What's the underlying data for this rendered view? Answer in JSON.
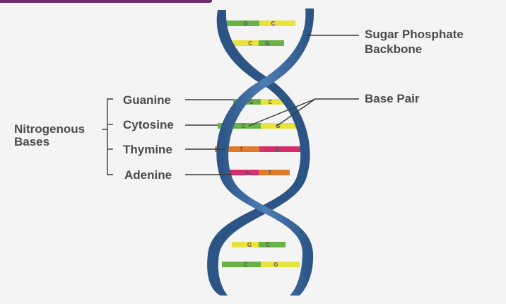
{
  "colors": {
    "background": "#f4f4f4",
    "accent_bar": "#6b2d6e",
    "backbone_dark": "#2c5585",
    "backbone_light": "#4a78ad",
    "guanine": "#6ab245",
    "cytosine": "#e8e33c",
    "thymine": "#e07a2c",
    "adenine": "#d52f6b",
    "text": "#4a4a4a"
  },
  "labels": {
    "nitrogenous_bases_line1": "Nitrogenous",
    "nitrogenous_bases_line2": "Bases",
    "guanine": "Guanine",
    "cytosine": "Cytosine",
    "thymine": "Thymine",
    "adenine": "Adenine",
    "backbone_line1": "Sugar Phosphate",
    "backbone_line2": "Backbone",
    "base_pair": "Base Pair"
  },
  "rungs": [
    {
      "left": "G",
      "right": "C",
      "left_base": "guanine",
      "right_base": "cytosine"
    },
    {
      "left": "C",
      "right": "G",
      "left_base": "cytosine",
      "right_base": "guanine"
    },
    {
      "left": "G",
      "right": "C",
      "left_base": "guanine",
      "right_base": "cytosine"
    },
    {
      "left": "C",
      "right": "G",
      "left_base": "guanine",
      "right_base": "cytosine"
    },
    {
      "left": "T",
      "right": "A",
      "left_base": "thymine",
      "right_base": "adenine"
    },
    {
      "left": "A",
      "right": "T",
      "left_base": "adenine",
      "right_base": "thymine"
    },
    {
      "left": "G",
      "right": "C",
      "left_base": "cytosine",
      "right_base": "guanine"
    },
    {
      "left": "C",
      "right": "G",
      "left_base": "guanine",
      "right_base": "cytosine"
    }
  ]
}
